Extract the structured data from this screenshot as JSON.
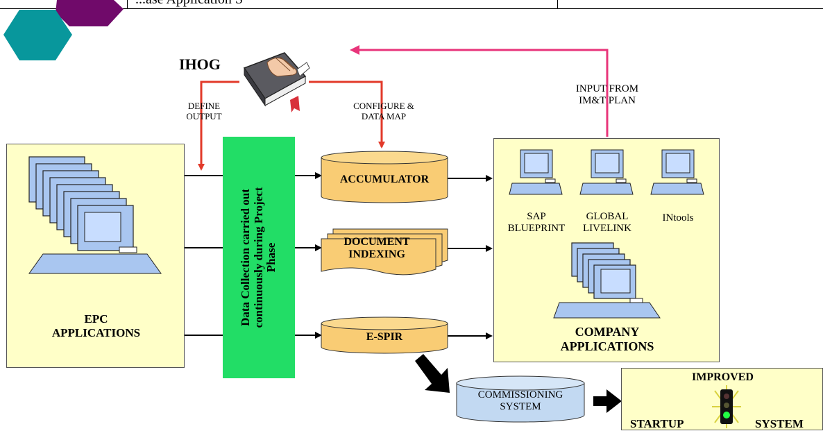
{
  "header": {
    "table_text": "...ase Application S"
  },
  "diagram": {
    "ihog_label": "IHOG",
    "define_output": [
      "DEFINE",
      "OUTPUT"
    ],
    "configure_map": [
      "CONFIGURE &",
      "DATA MAP"
    ],
    "input_from": [
      "INPUT FROM",
      "IM&T PLAN"
    ],
    "epc_label": [
      "EPC",
      "APPLICATIONS"
    ],
    "data_collection": [
      "Data Collection carried out",
      "continuously during Project",
      "Phase"
    ],
    "accumulator": "ACCUMULATOR",
    "document_indexing": [
      "DOCUMENT",
      "INDEXING"
    ],
    "espir": "E-SPIR",
    "sap": [
      "SAP",
      "BLUEPRINT"
    ],
    "global": [
      "GLOBAL",
      "LIVELINK"
    ],
    "intools": "INtools",
    "company_label": [
      "COMPANY",
      "APPLICATIONS"
    ],
    "commissioning": [
      "COMMISSIONING",
      "SYSTEM"
    ],
    "improved": "IMPROVED",
    "startup": "STARTUP",
    "system": "SYSTEM"
  },
  "colors": {
    "teal": "#08979c",
    "purple": "#700a6a",
    "box_fill": "#ffffc8",
    "cylinder_fill": "#f9cc74",
    "green": "#22dd66",
    "magenta_arrow": "#e8347a",
    "red_arrow": "#e23a2a",
    "commissioning_fill": "#c2d9f2"
  }
}
